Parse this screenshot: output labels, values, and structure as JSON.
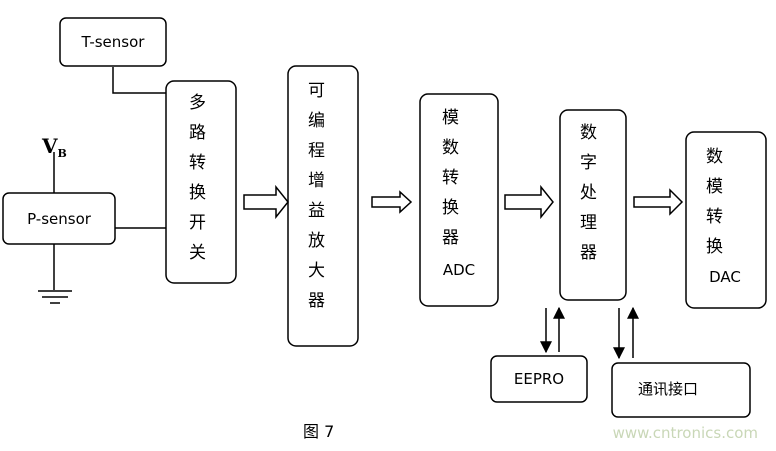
{
  "blocks": {
    "t_sensor": "T-sensor",
    "p_sensor": "P-sensor",
    "vb_main": "V",
    "vb_sub": "B",
    "mux": [
      "多",
      "路",
      "转",
      "换",
      "开",
      "关"
    ],
    "pga": [
      "可",
      "编",
      "程",
      "增",
      "益",
      "放",
      "大",
      "器"
    ],
    "adc": [
      "模",
      "数",
      "转",
      "换",
      "器",
      "ADC"
    ],
    "dsp": [
      "数",
      "字",
      "处",
      "理",
      "器"
    ],
    "dac": [
      "数",
      "模",
      "转",
      "换",
      "DAC"
    ],
    "eeprom": "EEPRO",
    "comm": "通讯接口"
  },
  "caption": "图 7",
  "watermark": "www.cntronics.com"
}
